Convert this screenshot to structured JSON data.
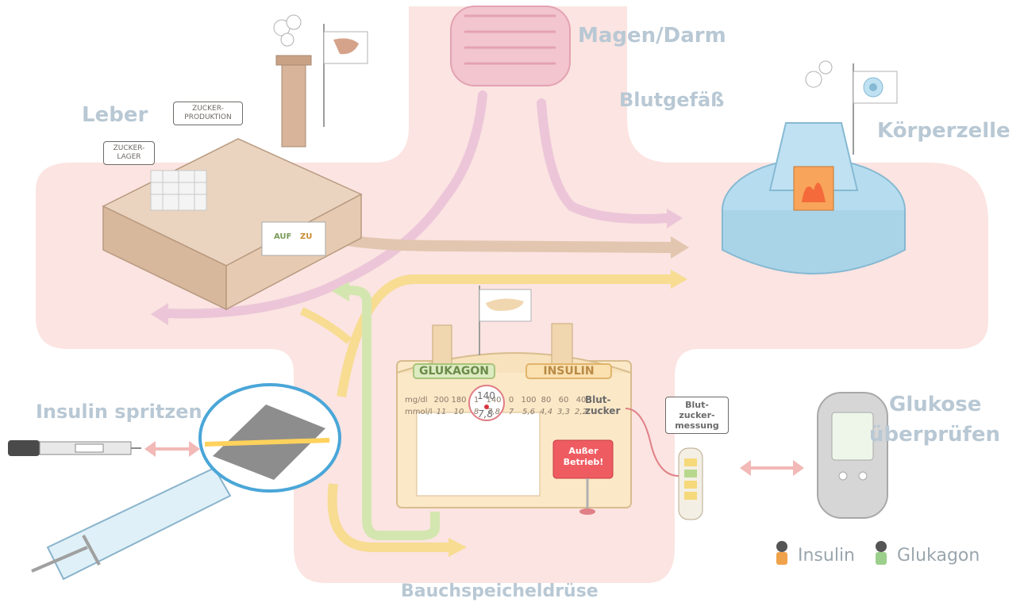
{
  "regions": {
    "stomach": "Magen/Darm",
    "vessel": "Blutgefäß",
    "liver": "Leber",
    "cell": "Körperzelle",
    "pancreas": "Bauchspeicheldrüse",
    "inject": "Insulin spritzen",
    "check_line1": "Glukose",
    "check_line2": "überprüfen"
  },
  "liver": {
    "sign_storage": "ZUCKER-\nLAGER",
    "sign_production": "ZUCKER-\nPRODUKTION",
    "door_open": "AUF",
    "door_close": "ZU"
  },
  "pancreas": {
    "glucagon_label": "GLUKAGON",
    "insulin_label": "INSULIN",
    "unit_mgdl": "mg/dl",
    "unit_mmol": "mmol/l",
    "mgdl_values": [
      "200",
      "180",
      "1",
      "140",
      "0",
      "100",
      "80",
      "60",
      "40"
    ],
    "mmol_values": [
      "11",
      "10",
      "8",
      "7,8",
      "7",
      "5,6",
      "4,4",
      "3,3",
      "2,2"
    ],
    "gauge_value_mgdl": "140",
    "gauge_value_mmol": "7,8",
    "meter_title": "Blut-\nzucker",
    "out_of_order": "Außer\nBetrieb!"
  },
  "measurement": {
    "label": "Blut-\nzucker-\nmessung"
  },
  "legend": {
    "insulin": "Insulin",
    "glucagon": "Glukagon"
  },
  "colors": {
    "body_pink": "#fbe4e1",
    "region_label": "#b9c9d5",
    "insulin_arrow": "#f7d47a",
    "glucagon_arrow": "#cfe2a6",
    "sugar_arrow": "#e9bfd3",
    "liver_building": "#e4cbb4",
    "cell_blue": "#a9d4e8",
    "insulin_worker": "#f0a24a",
    "glucagon_worker": "#9ccf8c"
  }
}
